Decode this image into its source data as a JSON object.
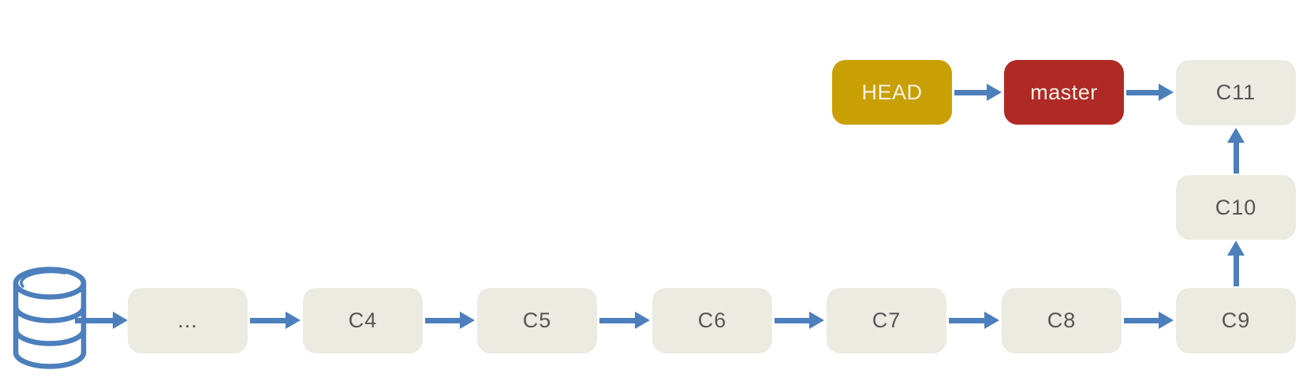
{
  "diagram": {
    "nodes": {
      "commits_row": [
        "...",
        "C4",
        "C5",
        "C6",
        "C7",
        "C8",
        "C9"
      ],
      "commits_col": [
        "C10",
        "C11"
      ],
      "refs": [
        "HEAD",
        "master"
      ]
    },
    "edges": [
      "database->...",
      "...->C4",
      "C4->C5",
      "C5->C6",
      "C6->C7",
      "C7->C8",
      "C8->C9",
      "C9->C10",
      "C10->C11",
      "HEAD->master",
      "master->C11"
    ],
    "icons": {
      "database": "database-icon"
    },
    "colors": {
      "arrow": "#4c7fbc",
      "commit_box_bg": "#ecebe2",
      "commit_text": "#565656",
      "head_box_bg": "#c9a004",
      "master_box_bg": "#b02a25",
      "ref_text": "#f6f1e6",
      "background": "#ffffff"
    }
  }
}
